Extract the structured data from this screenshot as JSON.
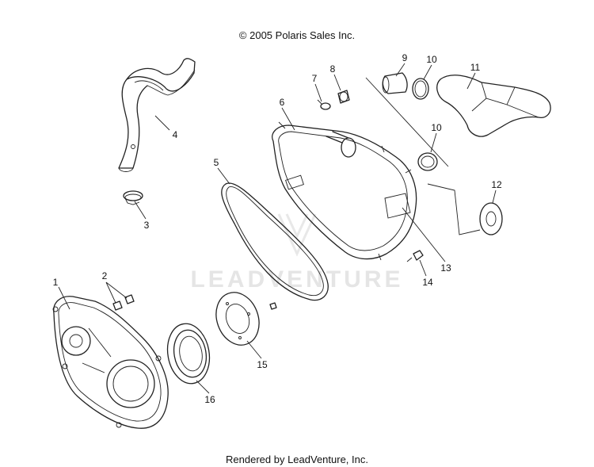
{
  "header": {
    "copyright": "© 2005 Polaris Sales Inc."
  },
  "footer": {
    "rendered_by": "Rendered by LeadVenture, Inc."
  },
  "watermark": {
    "text": "LEADVENTURE"
  },
  "callouts": [
    {
      "id": "1",
      "label": "1"
    },
    {
      "id": "2",
      "label": "2"
    },
    {
      "id": "3",
      "label": "3"
    },
    {
      "id": "4",
      "label": "4"
    },
    {
      "id": "5",
      "label": "5"
    },
    {
      "id": "6",
      "label": "6"
    },
    {
      "id": "7",
      "label": "7"
    },
    {
      "id": "8",
      "label": "8"
    },
    {
      "id": "9",
      "label": "9"
    },
    {
      "id": "10a",
      "label": "10"
    },
    {
      "id": "10b",
      "label": "10"
    },
    {
      "id": "11",
      "label": "11"
    },
    {
      "id": "12",
      "label": "12"
    },
    {
      "id": "13",
      "label": "13"
    },
    {
      "id": "14",
      "label": "14"
    },
    {
      "id": "15",
      "label": "15"
    },
    {
      "id": "16",
      "label": "16"
    }
  ]
}
